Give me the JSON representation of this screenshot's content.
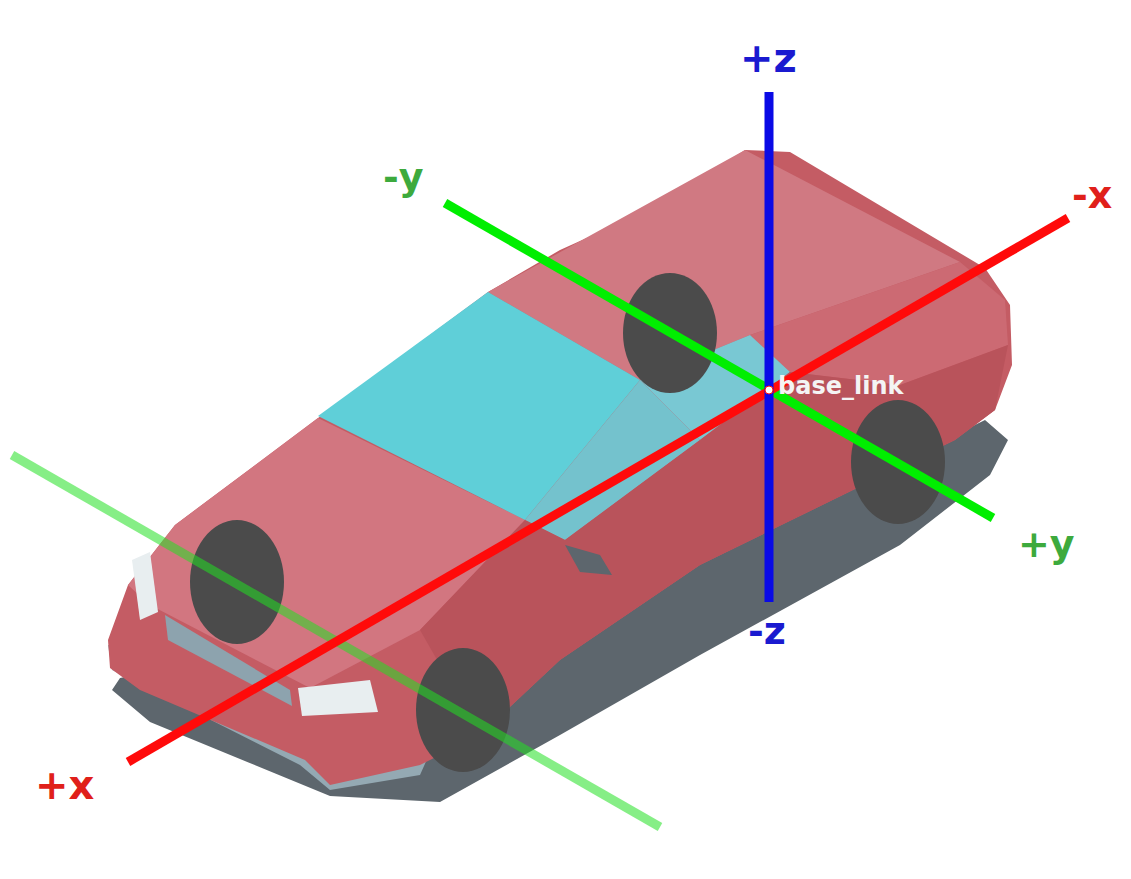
{
  "diagram": {
    "labels": [
      "+z",
      "-z",
      "-y",
      "+y",
      "-x",
      "+x",
      "base_link"
    ]
  }
}
